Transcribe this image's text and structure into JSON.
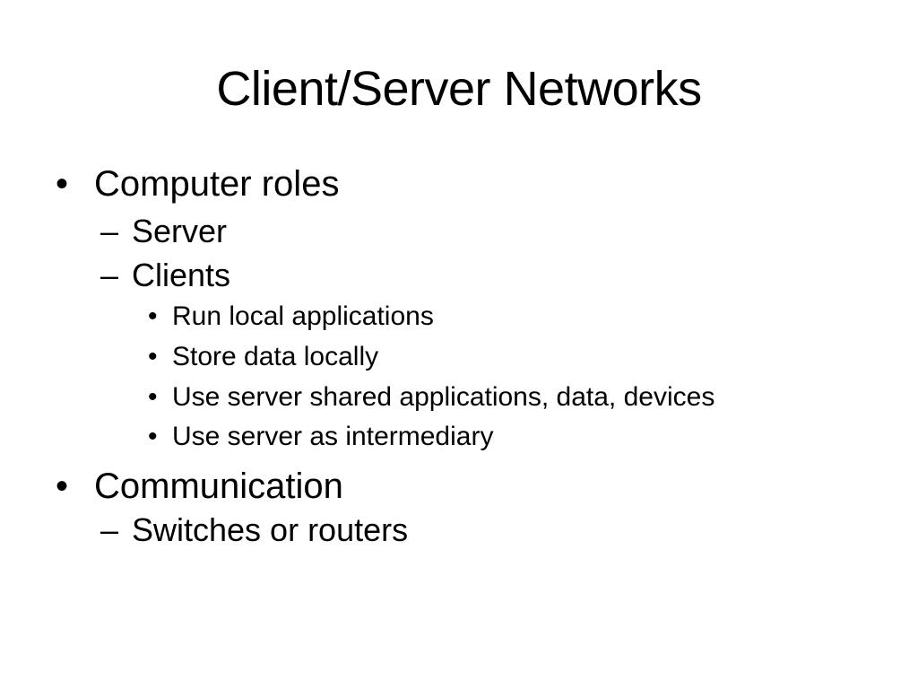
{
  "slide": {
    "title": "Client/Server Networks",
    "bullets": [
      {
        "level": 1,
        "marker": "•",
        "text": "Computer roles"
      },
      {
        "level": 2,
        "marker": "–",
        "text": "Server"
      },
      {
        "level": 2,
        "marker": "–",
        "text": "Clients"
      },
      {
        "level": 3,
        "marker": "•",
        "text": "Run local applications"
      },
      {
        "level": 3,
        "marker": "•",
        "text": "Store data locally"
      },
      {
        "level": 3,
        "marker": "•",
        "text": "Use server shared applications, data, devices"
      },
      {
        "level": 3,
        "marker": "•",
        "text": "Use server as intermediary"
      },
      {
        "level": 1,
        "marker": "•",
        "text": "Communication"
      },
      {
        "level": 2,
        "marker": "–",
        "text": "Switches or routers"
      }
    ],
    "colors": {
      "background": "#ffffff",
      "text": "#000000"
    }
  }
}
